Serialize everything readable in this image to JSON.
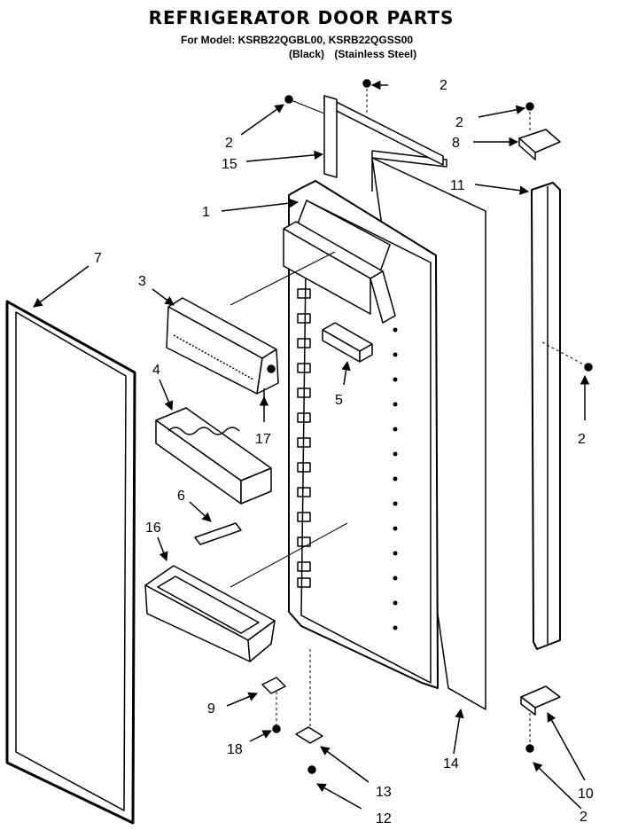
{
  "header": {
    "title": "REFRIGERATOR DOOR PARTS",
    "model_line": "For Model: KSRB22QGBL00, KSRB22QGSS00",
    "variant_black": "(Black)",
    "variant_stainless": "(Stainless Steel)"
  },
  "callouts": [
    {
      "id": "c-2a",
      "label": "2"
    },
    {
      "id": "c-2b",
      "label": "2"
    },
    {
      "id": "c-2c",
      "label": "2"
    },
    {
      "id": "c-2d",
      "label": "2"
    },
    {
      "id": "c-2e",
      "label": "2"
    },
    {
      "id": "c-15",
      "label": "15"
    },
    {
      "id": "c-8",
      "label": "8"
    },
    {
      "id": "c-11",
      "label": "11"
    },
    {
      "id": "c-1",
      "label": "1"
    },
    {
      "id": "c-7",
      "label": "7"
    },
    {
      "id": "c-3",
      "label": "3"
    },
    {
      "id": "c-5",
      "label": "5"
    },
    {
      "id": "c-4",
      "label": "4"
    },
    {
      "id": "c-17",
      "label": "17"
    },
    {
      "id": "c-6",
      "label": "6"
    },
    {
      "id": "c-16",
      "label": "16"
    },
    {
      "id": "c-9",
      "label": "9"
    },
    {
      "id": "c-18",
      "label": "18"
    },
    {
      "id": "c-13",
      "label": "13"
    },
    {
      "id": "c-12",
      "label": "12"
    },
    {
      "id": "c-14",
      "label": "14"
    },
    {
      "id": "c-10",
      "label": "10"
    }
  ]
}
